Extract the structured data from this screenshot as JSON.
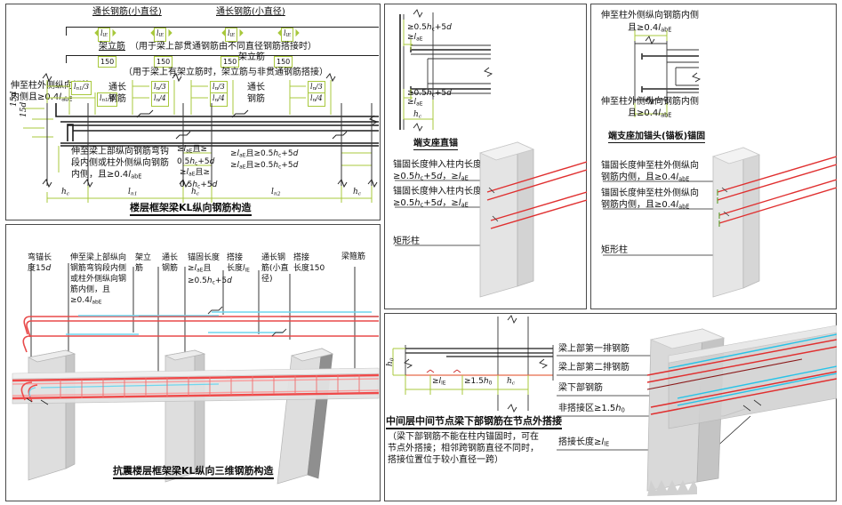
{
  "meta": {
    "sheet_kind": "structural-rebar-detailing-sheet",
    "language": "zh-CN"
  },
  "colors": {
    "rebar_red": "#e03030",
    "rebar_cyan": "#27c3e8",
    "dimension_green": "#a8c83c",
    "concrete_gray": "#d8d8d8",
    "outline": "#222222"
  },
  "panel_topleft": {
    "title": "楼层框架梁KL纵向钢筋构造",
    "top_labels": [
      {
        "text": "通长钢筋(小直径)"
      },
      {
        "text": "通长钢筋(小直径)"
      }
    ],
    "row1_dims": [
      "l",
      "l",
      "l",
      "l"
    ],
    "row1_dim_text": "l<sub>lE</sub>",
    "note_jialijin_1": "架立筋",
    "note_jialijin_1_paren": "（用于梁上部贯通钢筋由不同直径钢筋搭接时）",
    "row2_dims": [
      "150",
      "150",
      "150",
      "150"
    ],
    "note_jialijin_2": "架立筋",
    "note_jialijin_2_paren": "（用于梁上有架立筋时，架立筋与非贯通钢筋搭接）",
    "left_note": "伸至柱外侧纵向钢筋内侧且≥0.4l",
    "left_note_sub": "abE",
    "left_dim_15d_a": "15d",
    "left_dim_15d_b": "15d",
    "span_dims": [
      {
        "text": "l",
        "sub": "n1",
        "div": "/3"
      },
      {
        "text": "l",
        "sub": "n1",
        "div": "/4"
      },
      {
        "text": "l",
        "sub": "n",
        "div": "/3"
      },
      {
        "text": "l",
        "sub": "n",
        "div": "/4"
      },
      {
        "text": "l",
        "sub": "n",
        "div": "/3"
      },
      {
        "text": "l",
        "sub": "n",
        "div": "/4"
      },
      {
        "text": "l",
        "sub": "n",
        "div": "/3"
      },
      {
        "text": "l",
        "sub": "n",
        "div": "/4"
      }
    ],
    "tongchang_1": "通长\n钢筋",
    "tongchang_2": "通长\n钢筋",
    "center_note": "伸至梁上部纵向钢筋弯钩段内侧或柱外侧纵向钢筋内侧，且≥0.4l",
    "center_note_sub": "abE",
    "anchor_note_a_l1": "≥l",
    "anchor_note_a_l1_sub": "aE",
    "anchor_note_a_l1_tail": "且≥",
    "anchor_note_a_l2": "0.5h",
    "anchor_note_a_l2_sub": "c",
    "anchor_note_a_l2_tail": "+5d",
    "anchor_note_b_line1": "≥l aE 且≥0.5h c +5d",
    "anchor_note_b_line2": "≥l aE 且≥0.5h c +5d",
    "bottom_dims": [
      {
        "text": "h",
        "sub": "c"
      },
      {
        "text": "l",
        "sub": "n1"
      },
      {
        "text": "h",
        "sub": "c"
      },
      {
        "text": "l",
        "sub": "n2"
      },
      {
        "text": "h",
        "sub": "c"
      }
    ]
  },
  "panel_bottomleft": {
    "title": "抗震楼层框架梁KL纵向三维钢筋构造",
    "callouts": [
      {
        "id": "bend-anchor-len",
        "text": "弯锚长\n度15d"
      },
      {
        "id": "extend-to-inner",
        "text": "伸至梁上部纵\n向钢筋弯钩段\n内侧或柱外侧\n纵向钢筋内侧，\n且≥0.4l abE"
      },
      {
        "id": "jialijin",
        "text": "架立\n筋"
      },
      {
        "id": "tongchang-gangjin",
        "text": "通长\n钢筋"
      },
      {
        "id": "anchor-length",
        "text": "锚固长度\n≥l aE 且\n≥0.5h c +5d"
      },
      {
        "id": "lap-length-llE",
        "text": "搭接\n长度l lE"
      },
      {
        "id": "tongchang-small-dia",
        "text": "通长钢\n筋(小直\n径)"
      },
      {
        "id": "lap-length-150",
        "text": "搭接\n长度150"
      },
      {
        "id": "beam-stirrup",
        "text": "梁箍筋"
      }
    ]
  },
  "panel_midtop": {
    "title": "端支座直锚",
    "dim_top_1": "≥0.5h c +5d",
    "dim_top_2": "≥l aE",
    "dim_bot_1": "≥0.5h c +5d",
    "dim_bot_2": "≥l aE",
    "dim_hc": "h c",
    "callout_1": "锚固长度伸入柱内长度≥0.5h c +5d，≥l aE",
    "callout_2": "锚固长度伸入柱内长度≥0.5h c +5d，≥l aE",
    "callout_3": "矩形柱"
  },
  "panel_righttop": {
    "title": "端支座加锚头(锚板)锚固",
    "note_top_l1": "伸至柱外侧纵向钢筋内侧",
    "note_top_l2": "且≥0.4l abE",
    "note_bot_l1": "伸至柱外侧纵向钢筋内侧",
    "note_bot_l2": "且≥0.4l abE",
    "callout_1": "锚固长度伸至柱外侧纵向钢筋内侧，且≥0.4l abE",
    "callout_2": "锚固长度伸至柱外侧纵向钢筋内侧，且≥0.4l abE",
    "callout_3": "矩形柱"
  },
  "panel_bottomright": {
    "title": "中间层中间节点梁下部钢筋在节点外搭接",
    "note_paren_l1": "（梁下部钢筋不能在柱内锚固时，可在",
    "note_paren_l2": "节点外搭接；相邻跨钢筋直径不同时，",
    "note_paren_l3": "搭接位置位于较小直径一跨）",
    "dim_h0": "h 0",
    "dim_llE": "≥l lE",
    "dim_15h0": "≥1.5h 0",
    "dim_hc": "h c",
    "callouts": [
      {
        "id": "beam-top-row1",
        "text": "梁上部第一排钢筋"
      },
      {
        "id": "beam-top-row2",
        "text": "梁上部第二排钢筋"
      },
      {
        "id": "beam-bottom-rebar",
        "text": "梁下部钢筋"
      },
      {
        "id": "non-lap-zone",
        "text": "非搭接区≥1.5h 0"
      },
      {
        "id": "lap-length",
        "text": "搭接长度≥l lE"
      }
    ]
  }
}
